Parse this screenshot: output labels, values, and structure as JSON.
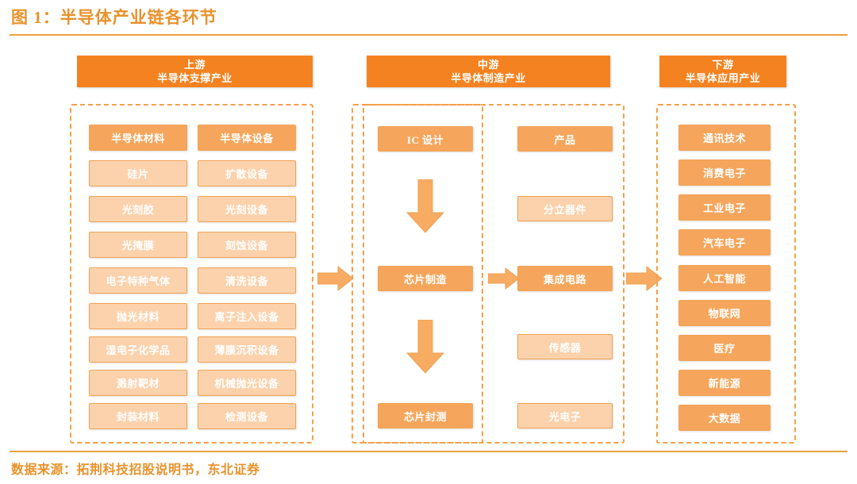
{
  "title": "图 1：半导体产业链各环节",
  "source": "数据来源：拓荆科技招股说明书，东北证券",
  "colors": {
    "accent": "#e8922c",
    "header_bar": "#f58220",
    "node_dark": "#f5a65c",
    "node_light": "#fbd2ac",
    "dashed_border": "#f5a04a",
    "arrow": "#f5a85e"
  },
  "sections": [
    {
      "id": "upstream",
      "header_line1": "上游",
      "header_line2": "半导体支撑产业",
      "columns": [
        {
          "id": "materials",
          "head": "半导体材料",
          "items": [
            "硅片",
            "光刻胶",
            "光掩膜",
            "电子特种气体",
            "抛光材料",
            "湿电子化学品",
            "溅射靶材",
            "封装材料"
          ]
        },
        {
          "id": "equipment",
          "head": "半导体设备",
          "items": [
            "扩散设备",
            "光刻设备",
            "刻蚀设备",
            "清洗设备",
            "离子注入设备",
            "薄膜沉积设备",
            "机械抛光设备",
            "检测设备"
          ]
        }
      ]
    },
    {
      "id": "midstream",
      "header_line1": "中游",
      "header_line2": "半导体制造产业",
      "process": [
        "IC 设计",
        "芯片制造",
        "芯片封测"
      ],
      "products": {
        "head": "产品",
        "items": [
          "分立器件",
          "集成电路",
          "传感器",
          "光电子"
        ]
      }
    },
    {
      "id": "downstream",
      "header_line1": "下游",
      "header_line2": "半导体应用产业",
      "items": [
        "通讯技术",
        "消费电子",
        "工业电子",
        "汽车电子",
        "人工智能",
        "物联网",
        "医疗",
        "新能源",
        "大数据"
      ]
    }
  ]
}
